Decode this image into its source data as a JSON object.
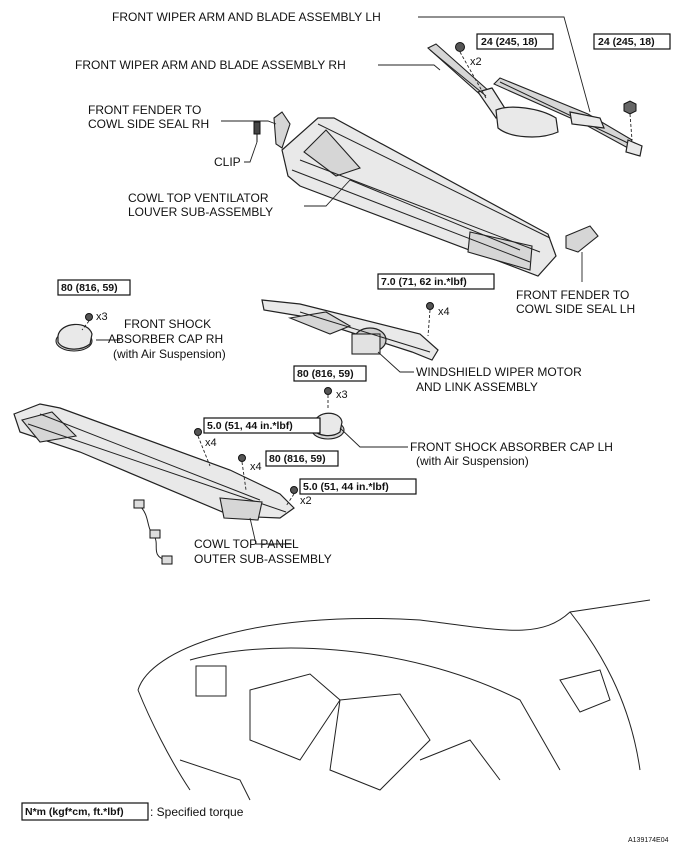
{
  "labels": {
    "wiper_lh": "FRONT WIPER ARM AND BLADE ASSEMBLY LH",
    "wiper_rh": "FRONT WIPER ARM AND BLADE ASSEMBLY RH",
    "seal_rh_1": "FRONT FENDER TO",
    "seal_rh_2": "COWL SIDE SEAL RH",
    "clip": "CLIP",
    "louver_1": "COWL TOP VENTILATOR",
    "louver_2": "LOUVER SUB-ASSEMBLY",
    "seal_lh_1": "FRONT FENDER TO",
    "seal_lh_2": "COWL SIDE SEAL LH",
    "cap_rh_1": "FRONT SHOCK",
    "cap_rh_2": "ABSORBER CAP RH",
    "cap_rh_3": "(with Air Suspension)",
    "motor_1": "WINDSHIELD WIPER MOTOR",
    "motor_2": "AND LINK ASSEMBLY",
    "cap_lh_1": "FRONT SHOCK ABSORBER CAP LH",
    "cap_lh_2": "(with Air Suspension)",
    "panel_1": "COWL TOP PANEL",
    "panel_2": "OUTER SUB-ASSEMBLY"
  },
  "torques": {
    "wiper_nut_rh": "24 (245, 18)",
    "wiper_nut_lh": "24 (245, 18)",
    "motor_bolt": "7.0 (71, 62 in.*lbf)",
    "cap_rh_nut": "80 (816, 59)",
    "cap_lh_nut": "80 (816, 59)",
    "panel_bolt_a": "5.0 (51, 44 in.*lbf)",
    "panel_nut": "80 (816, 59)",
    "panel_bolt_b": "5.0 (51, 44 in.*lbf)"
  },
  "quantities": {
    "wiper_nut": "x2",
    "motor_bolt": "x4",
    "cap_rh_nut": "x3",
    "cap_lh_nut": "x3",
    "panel_bolt_a": "x4",
    "panel_nut": "x4",
    "panel_bolt_b": "x2"
  },
  "legend": {
    "unit_box": "N*m (kgf*cm, ft.*lbf)",
    "text": ": Specified torque"
  },
  "figure_code": "A139174E04"
}
